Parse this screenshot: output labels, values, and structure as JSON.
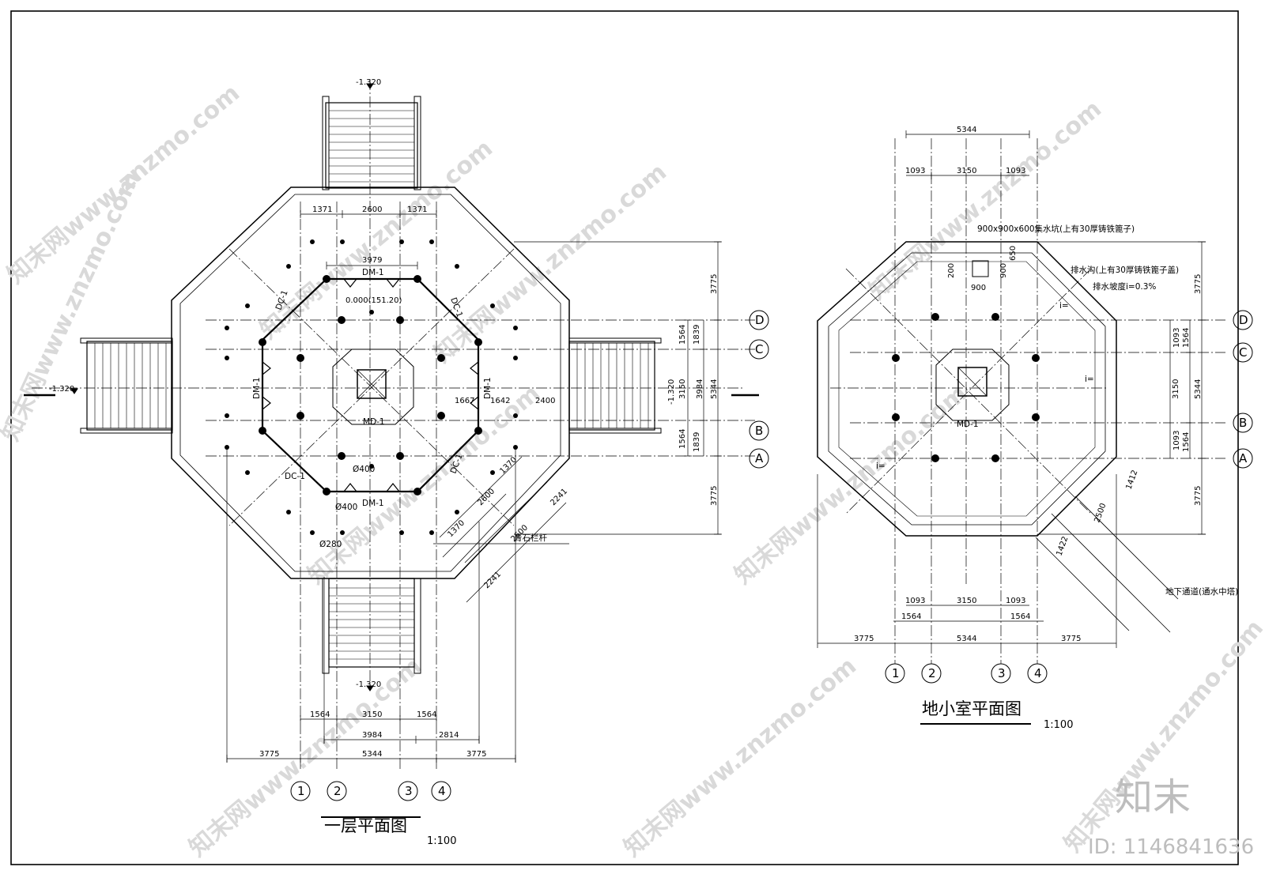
{
  "titles": {
    "ground_floor": "一层平面图",
    "ground_scale": "1:100",
    "basement": "地小室平面图",
    "basement_scale": "1:100"
  },
  "levels": {
    "top": "-1.320",
    "left": "-1.320",
    "right": "-1.320",
    "bottom": "-1.320",
    "center": "0.000(151.20)"
  },
  "axes": [
    "A",
    "B",
    "C",
    "D",
    "1",
    "2",
    "3",
    "4"
  ],
  "ground_dims": {
    "top": [
      "1371",
      "2600",
      "1371"
    ],
    "inner_top": "3979",
    "right_outer": [
      "3775",
      "5344",
      "3775"
    ],
    "right_mid": [
      "1564",
      "3150",
      "1564"
    ],
    "right_inner": [
      "1839",
      "3984",
      "1839"
    ],
    "between": [
      "1667",
      "1642",
      "2400"
    ],
    "bottom_row1": [
      "1564",
      "3150",
      "1564"
    ],
    "bottom_row2": [
      "3984",
      "2814"
    ],
    "bottom_row3": [
      "3775",
      "5344",
      "3775"
    ],
    "diag": [
      "1370",
      "2600",
      "2241",
      "1370",
      "2600",
      "2241"
    ]
  },
  "ground_labels": {
    "dm_top": "DM-1",
    "dm_bottom": "DM-1",
    "dm_left": "DM-1",
    "dm_right": "DM-1",
    "dc_tl": "DC-1",
    "dc_tr": "DC-1",
    "dc_bl": "DC-1",
    "dc_br": "DC-1",
    "md": "MD-1",
    "d400a": "Ø400",
    "d400b": "Ø400",
    "d280": "Ø280",
    "railing": "青石栏杆"
  },
  "basement_dims": {
    "top_total": "5344",
    "top_parts": [
      "1093",
      "3150",
      "1093"
    ],
    "right_outer": [
      "3775",
      "5344",
      "3775"
    ],
    "right_mid": [
      "1564",
      "3150",
      "1564"
    ],
    "right_inner": [
      "1093",
      "1093"
    ],
    "bottom_row1": [
      "1093",
      "3150",
      "1093"
    ],
    "bottom_row2": [
      "1564",
      "1564"
    ],
    "bottom_row3": [
      "3775",
      "5344",
      "3775"
    ],
    "sump": [
      "200",
      "900",
      "900",
      "650"
    ],
    "tunnel": [
      "1412",
      "2500",
      "1422"
    ]
  },
  "basement_labels": {
    "sump_note": "900x900x600集水坑(上有30厚铸铁篦子)",
    "drain_note": "排水沟(上有30厚铸铁篦子盖)",
    "slope_note": "排水坡度i=0.3%",
    "tunnel_note": "地下通道(通水中塔)",
    "md": "MD-1",
    "i_mark": "i=",
    "i_mark2": "i=",
    "i_mark3": "i="
  },
  "watermark": {
    "site": "知末网www.znzmo.com",
    "brand": "知末",
    "id": "ID: 1146841636"
  }
}
